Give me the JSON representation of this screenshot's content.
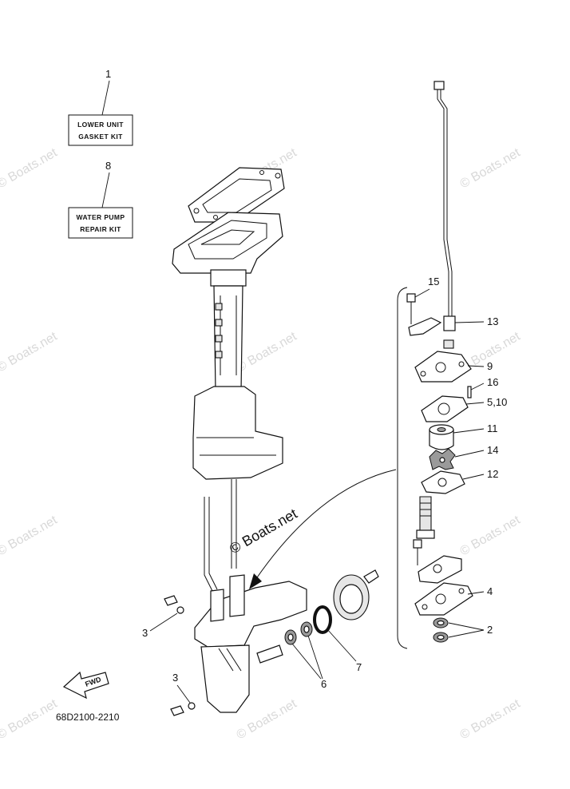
{
  "figure_code": "68D2100-2210",
  "watermark": "© Boats.net",
  "direction_label": "FWD",
  "kits": [
    {
      "callout": "1",
      "line1": "LOWER UNIT",
      "line2": "GASKET KIT"
    },
    {
      "callout": "8",
      "line1": "WATER PUMP",
      "line2": "REPAIR KIT"
    }
  ],
  "callouts": {
    "c15": "15",
    "c13": "13",
    "c9": "9",
    "c16": "16",
    "c5_10": "5,10",
    "c11": "11",
    "c14": "14",
    "c12": "12",
    "c4": "4",
    "c2": "2",
    "c3a": "3",
    "c3b": "3",
    "c6": "6",
    "c7": "7"
  }
}
